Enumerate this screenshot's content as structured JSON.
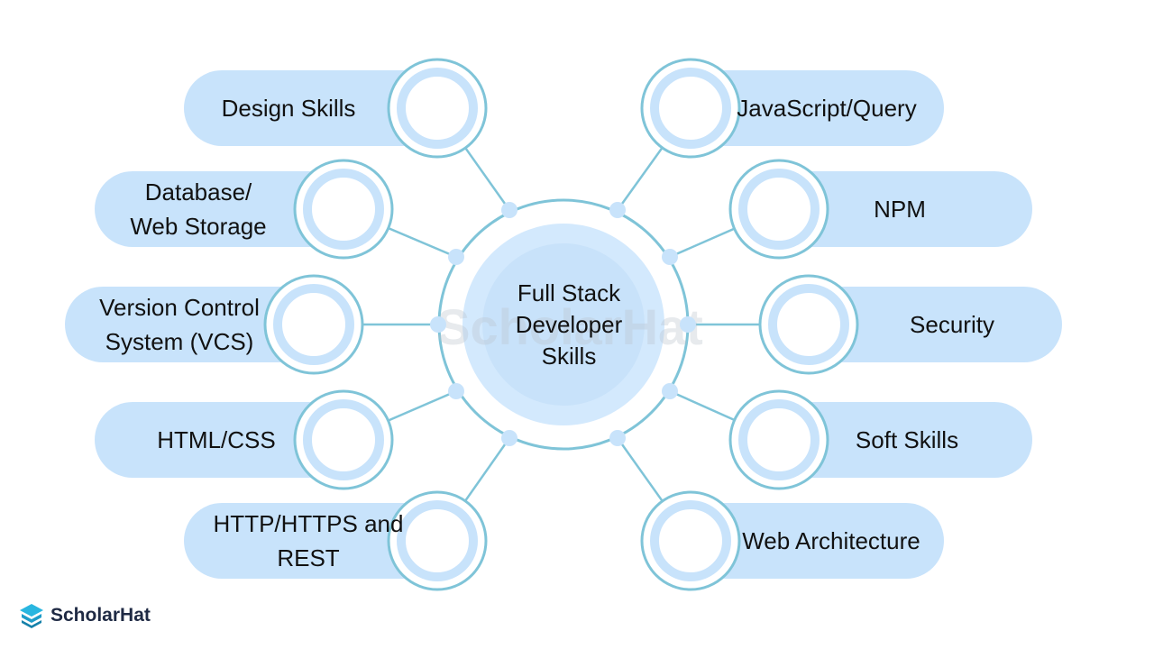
{
  "center": {
    "lines": [
      "Full Stack",
      "Developer",
      "Skills"
    ]
  },
  "watermark": "ScholarHat",
  "brand": "ScholarHat",
  "colors": {
    "pill": "#c8e3fb",
    "ring": "#7fc4d8",
    "connector": "#7fc4d8",
    "dot": "#c8e3fb",
    "center_fill": "#d3e9fd",
    "center_inner": "#c8e2fa",
    "text": "#111111",
    "brand_text": "#1f2a44",
    "brand_mark": "#29b6e0"
  },
  "skills": [
    {
      "lines": [
        "Design Skills"
      ],
      "side": "left"
    },
    {
      "lines": [
        "Database/",
        "Web Storage"
      ],
      "side": "left"
    },
    {
      "lines": [
        "Version Control",
        "System (VCS)"
      ],
      "side": "left"
    },
    {
      "lines": [
        "HTML/CSS"
      ],
      "side": "left"
    },
    {
      "lines": [
        "HTTP/HTTPS and",
        "REST"
      ],
      "side": "left"
    },
    {
      "lines": [
        "JavaScript/Query"
      ],
      "side": "right"
    },
    {
      "lines": [
        "NPM"
      ],
      "side": "right"
    },
    {
      "lines": [
        "Security"
      ],
      "side": "right"
    },
    {
      "lines": [
        "Soft Skills"
      ],
      "side": "right"
    },
    {
      "lines": [
        "Web Architecture"
      ],
      "side": "right"
    }
  ]
}
